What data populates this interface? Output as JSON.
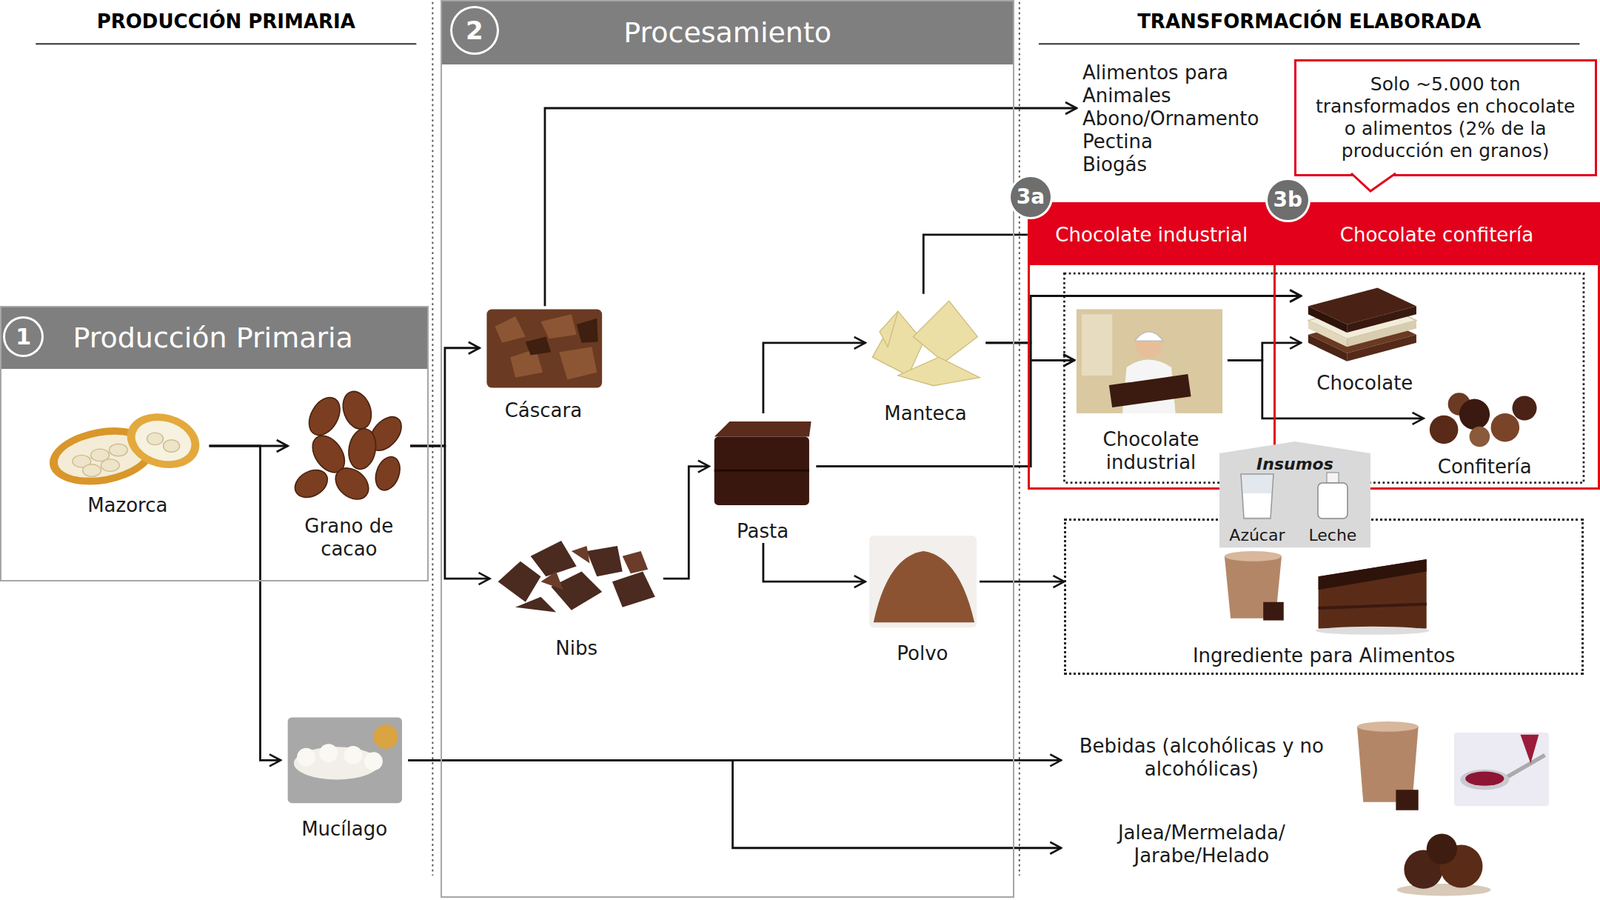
{
  "diagram": {
    "nodes": [
      {
        "text": [
          "Producción Primaria"
        ]
      },
      {
        "text": [
          "1"
        ],
        "in": 0
      },
      {
        "text": [
          "Mazorca"
        ],
        "in": 0
      },
      {
        "text": [
          "Grano de cacao"
        ],
        "in": 0
      },
      {
        "text": [
          "Procesamiento"
        ]
      },
      {
        "text": [
          "2"
        ],
        "in": 4
      },
      {
        "text": [
          "Cáscara"
        ],
        "in": 4
      },
      {
        "text": [
          "Nibs"
        ],
        "in": 4
      },
      {
        "text": [
          "Pasta"
        ],
        "in": 4
      },
      {
        "text": [
          "Manteca"
        ],
        "in": 4
      },
      {
        "text": [
          "Polvo"
        ],
        "in": 4
      },
      {
        "text": [
          "Mucílago"
        ]
      },
      {
        "text": [
          "Alimentos para Animales",
          "Abono/Ornamento",
          "Pectina",
          "Biogás"
        ]
      },
      {
        "text": [
          "Solo ~5.000 ton transformados en chocolate o alimentos (2% de la producción en granos)"
        ]
      },
      {
        "text": [
          "Chocolate industrial"
        ]
      },
      {
        "text": [
          "3a"
        ],
        "in": 14
      },
      {
        "text": [
          "Chocolate confitería"
        ]
      },
      {
        "text": [
          "3b"
        ],
        "in": 16
      },
      {
        "text": [
          "Chocolate industrial"
        ],
        "in": 14
      },
      {
        "text": [
          "Chocolate"
        ],
        "in": 16
      },
      {
        "text": [
          "Confitería"
        ],
        "in": 16
      },
      {
        "text": [
          "Insumos",
          "Azúcar",
          "Leche"
        ]
      },
      {
        "text": [
          "Ingrediente para Alimentos"
        ]
      },
      {
        "text": [
          "Bebidas (alcohólicas y no alcohólicas)"
        ]
      },
      {
        "text": [
          "Jalea/Mermelada/ Jarabe/Helado"
        ]
      }
    ],
    "edges": [
      {
        "from": 2,
        "to": 3,
        "arrow": "to"
      },
      {
        "from": 2,
        "to": 11,
        "arrow": "to"
      },
      {
        "from": 3,
        "to": 6,
        "arrow": "to"
      },
      {
        "from": 3,
        "to": 7,
        "arrow": "to"
      },
      {
        "from": 6,
        "to": 12,
        "arrow": "to"
      },
      {
        "from": 7,
        "to": 8,
        "arrow": "to"
      },
      {
        "from": 8,
        "to": 9,
        "arrow": "to"
      },
      {
        "from": 8,
        "to": 10,
        "arrow": "to"
      },
      {
        "from": 8,
        "to": 18,
        "arrow": "to"
      },
      {
        "from": 8,
        "to": 19,
        "arrow": "to"
      },
      {
        "from": 9,
        "to": 18,
        "arrow": "to"
      },
      {
        "from": 9,
        "to": 19,
        "arrow": "to"
      },
      {
        "from": 9,
        "to": 14,
        "arrow": "none"
      },
      {
        "from": 18,
        "to": 19,
        "arrow": "to"
      },
      {
        "from": 18,
        "to": 20,
        "arrow": "to"
      },
      {
        "from": 10,
        "to": 22,
        "arrow": "to"
      },
      {
        "from": 11,
        "to": 23,
        "arrow": "to"
      },
      {
        "from": 11,
        "to": 24,
        "arrow": "to"
      }
    ],
    "labels": [
      "PRODUCCIÓN PRIMARIA",
      "TRANSFORMACIÓN ELABORADA"
    ]
  }
}
